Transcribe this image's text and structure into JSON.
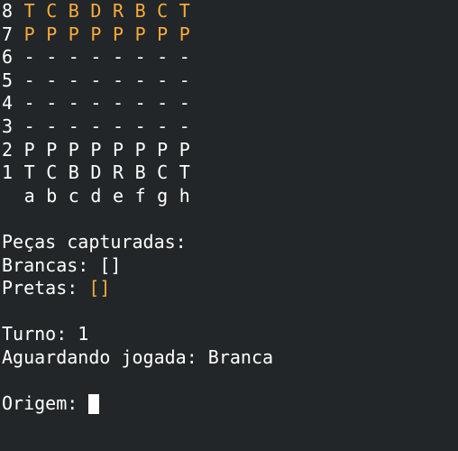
{
  "colors": {
    "background": "#222628",
    "text": "#ffffff",
    "black_pieces": "#f9ab3a"
  },
  "board": {
    "rows": [
      {
        "rank": "8",
        "color": "orange",
        "cells": [
          "T",
          "C",
          "B",
          "D",
          "R",
          "B",
          "C",
          "T"
        ]
      },
      {
        "rank": "7",
        "color": "orange",
        "cells": [
          "P",
          "P",
          "P",
          "P",
          "P",
          "P",
          "P",
          "P"
        ]
      },
      {
        "rank": "6",
        "color": "white",
        "cells": [
          "-",
          "-",
          "-",
          "-",
          "-",
          "-",
          "-",
          "-"
        ]
      },
      {
        "rank": "5",
        "color": "white",
        "cells": [
          "-",
          "-",
          "-",
          "-",
          "-",
          "-",
          "-",
          "-"
        ]
      },
      {
        "rank": "4",
        "color": "white",
        "cells": [
          "-",
          "-",
          "-",
          "-",
          "-",
          "-",
          "-",
          "-"
        ]
      },
      {
        "rank": "3",
        "color": "white",
        "cells": [
          "-",
          "-",
          "-",
          "-",
          "-",
          "-",
          "-",
          "-"
        ]
      },
      {
        "rank": "2",
        "color": "white",
        "cells": [
          "P",
          "P",
          "P",
          "P",
          "P",
          "P",
          "P",
          "P"
        ]
      },
      {
        "rank": "1",
        "color": "white",
        "cells": [
          "T",
          "C",
          "B",
          "D",
          "R",
          "B",
          "C",
          "T"
        ]
      }
    ],
    "files": [
      "a",
      "b",
      "c",
      "d",
      "e",
      "f",
      "g",
      "h"
    ]
  },
  "captured": {
    "header": "Peças capturadas:",
    "white_label": "Brancas: ",
    "white_list": "[]",
    "black_label": "Pretas: ",
    "black_list": "[]"
  },
  "status": {
    "turn": "Turno: 1",
    "awaiting": "Aguardando jogada: Branca"
  },
  "prompt": {
    "label": "Origem: "
  }
}
